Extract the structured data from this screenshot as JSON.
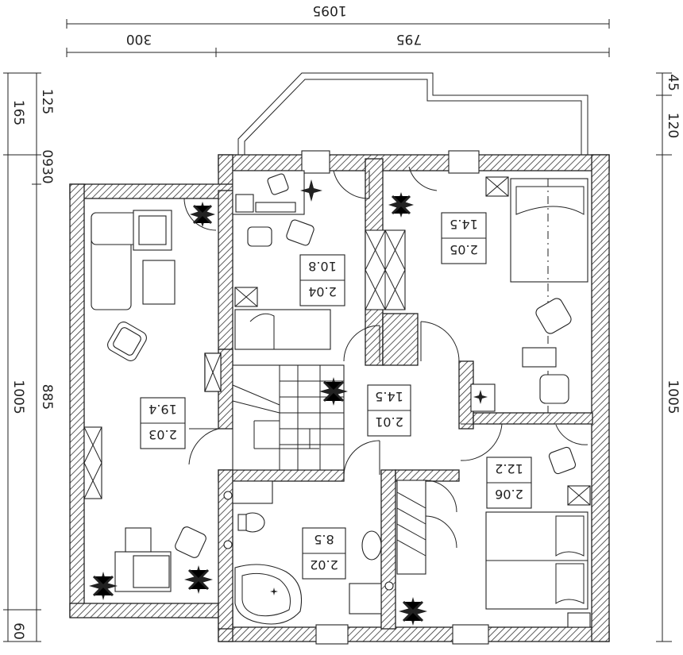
{
  "dimensions": {
    "top_total": "1095",
    "top_left": "300",
    "top_right": "795",
    "left_outer": [
      "165",
      "125",
      "0930",
      "1005",
      "60"
    ],
    "left_inner": "885",
    "right_top": [
      "45",
      "120"
    ],
    "right_main": "1005"
  },
  "rooms": [
    {
      "id": "2.01",
      "area": "14.5"
    },
    {
      "id": "2.02",
      "area": "8.5"
    },
    {
      "id": "2.03",
      "area": "19.4"
    },
    {
      "id": "2.04",
      "area": "10.8"
    },
    {
      "id": "2.05",
      "area": "14.5"
    },
    {
      "id": "2.06",
      "area": "12.2"
    }
  ]
}
